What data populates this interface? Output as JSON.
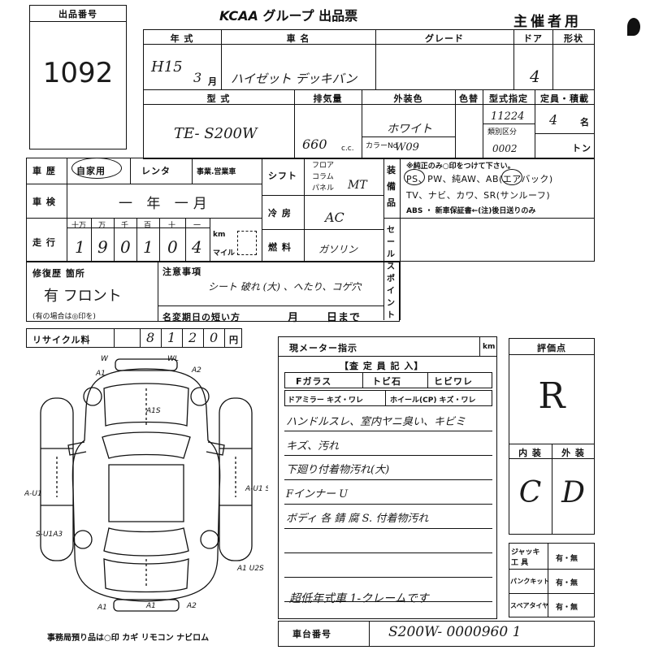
{
  "header": {
    "brand": "KCAA",
    "title": "グループ 出品票",
    "host_label": "主催者用",
    "lot_no_label": "出品番号",
    "lot_no": "1092"
  },
  "vehicle": {
    "year_label": "年 式",
    "year_era": "H15",
    "year_month": "3",
    "month_unit": "月",
    "model_label": "車 名",
    "model": "ハイゼット デッキバン",
    "grade_label": "グレード",
    "doors_label": "ドア",
    "doors": "4",
    "body_label": "形状",
    "type_label": "型 式",
    "type": "TE- S200W",
    "displacement_label": "排気量",
    "displacement": "660",
    "cc": "c.c.",
    "color_label": "外装色",
    "color": "ホワイト",
    "color_no_label": "カラーNo",
    "color_no": "W09",
    "fixed_color_label": "色替",
    "type_spec_label": "型式指定",
    "type_spec": "11224",
    "class_label": "類別区分",
    "class": "0002",
    "capacity_label": "定員・積載",
    "capacity": "4",
    "capacity_unit": "名",
    "load_unit": "トン"
  },
  "history": {
    "label": "車 歴",
    "opt_own": "自家用",
    "opt_rental": "レンタ",
    "opt_business": "事業.営業車",
    "inspection_label": "車 検",
    "inspection_value": "一 年 一月",
    "mileage_label": "走 行",
    "digits_header": [
      "十万",
      "万",
      "千",
      "百",
      "十",
      "一"
    ],
    "digits": [
      "1",
      "9",
      "0",
      "1",
      "0",
      "4"
    ],
    "km": "km",
    "mile": "マイル",
    "shift_label": "シフト",
    "shift_opts": [
      "フロア",
      "コラム",
      "パネル"
    ],
    "shift_value": "MT",
    "ac_label": "冷 房",
    "ac_value": "AC",
    "fuel_label": "燃 料",
    "fuel_value": "ガソリン"
  },
  "equipment": {
    "label": "装 備 品",
    "note": "※純正のみ○印をつけて下さい。",
    "row1": "PS、PW、純AW、AB(エアバック)",
    "row2": "TV、ナビ、カワ、SR(サンルーフ)",
    "row3": "ABS ・ 新車保証書←(注)後日送りのみ"
  },
  "sales_point": {
    "label": "セールスポイント"
  },
  "repair": {
    "label": "修復歴 箇所",
    "value": "有 フロント",
    "note": "(有の場合は◎印を)"
  },
  "notes": {
    "label": "注意事項",
    "value": "シート 破れ (大) 、へたり、コゲ穴",
    "expiry_label": "名変期日の短い方",
    "expiry_month": "月",
    "expiry_day": "日まで"
  },
  "recycle": {
    "label": "リサイクル料",
    "digits": [
      "8",
      "1",
      "2",
      "0"
    ],
    "unit": "円"
  },
  "meter": {
    "label": "現メーター指示",
    "unit": "km",
    "inspector_label": "【査 定 員 記 入】",
    "row1": [
      "Fガラス",
      "トビ石",
      "ヒビワレ"
    ],
    "row2": [
      "ドアミラー キズ・ワレ",
      "ホイール(CP) キズ・ワレ"
    ],
    "remarks": [
      "ハンドルスレ、室内ヤニ臭い、キビミ",
      "キズ、汚れ",
      "下廻り付着物汚れ(大)",
      "Fインナー U",
      "ボディ 各 錆 腐 S. 付着物汚れ",
      "",
      "超低年式車 1-クレームです"
    ]
  },
  "grade": {
    "label": "評価点",
    "value": "R",
    "interior_label": "内 装",
    "exterior_label": "外 装",
    "interior": "C",
    "exterior": "D"
  },
  "tools": [
    {
      "label": "ジャッキ 工 具",
      "value": "有・無"
    },
    {
      "label": "パンクキット",
      "value": "有・無"
    },
    {
      "label": "スペアタイヤ",
      "value": "有・無"
    }
  ],
  "chassis": {
    "label": "車台番号",
    "value": "S200W- 0000960 1"
  },
  "footer": {
    "text": "事務局預り品は○印 カギ リモコン ナビロム"
  },
  "diagram": {
    "marks": [
      "W",
      "A1",
      "WL",
      "A2",
      "A1S",
      "A-U1",
      "A-U1 S",
      "S-U1A3",
      "A1 U2S",
      "A1",
      "A1",
      "A2"
    ]
  }
}
